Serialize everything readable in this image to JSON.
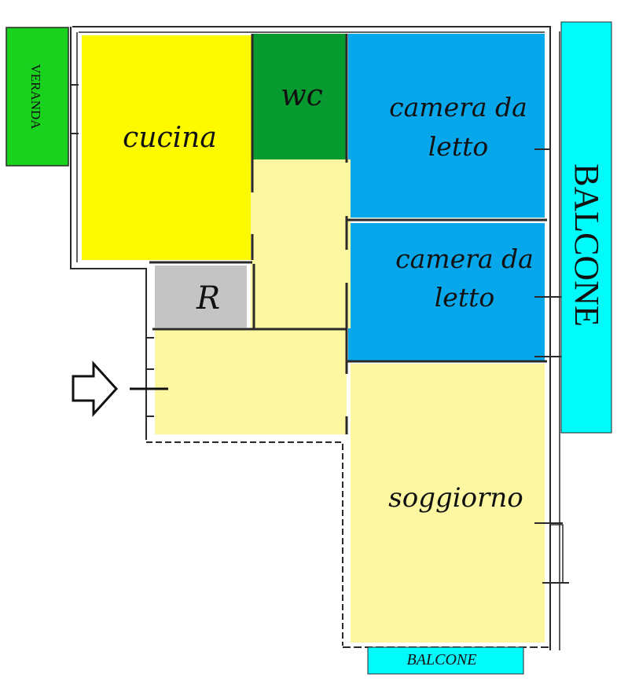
{
  "plan": {
    "rooms": {
      "veranda": {
        "label": "VERANDA",
        "color": "#19d21e"
      },
      "cucina": {
        "label": "cucina",
        "color": "#fdfa00"
      },
      "wc": {
        "label": "wc",
        "color": "#079a2f"
      },
      "camera_1": {
        "line1": "camera da",
        "line2": "letto",
        "color": "#07a7ec"
      },
      "camera_2": {
        "line1": "camera da",
        "line2": "letto",
        "color": "#07a7ec"
      },
      "ripostiglio": {
        "label": "R",
        "color": "#c4c4c4"
      },
      "soggiorno": {
        "label": "soggiorno",
        "color": "#fdf7a1"
      },
      "corridor": {
        "color": "#fdf7a1"
      },
      "balcone_east": {
        "label": "BALCONE",
        "color": "#00fbfa"
      },
      "balcone_south": {
        "label": "BALCONE",
        "color": "#00fbfa"
      }
    },
    "wall_color": "#2a2a2a",
    "entrance": {
      "icon": "right-arrow-icon"
    }
  }
}
